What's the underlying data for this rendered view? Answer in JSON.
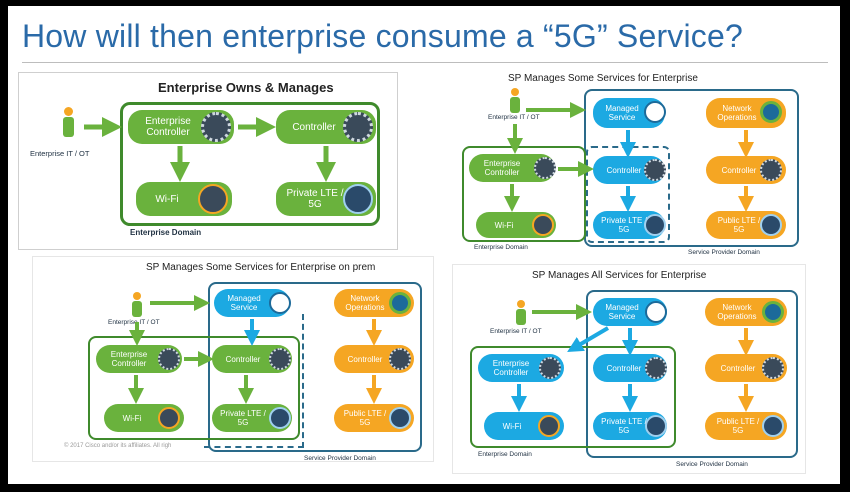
{
  "title": "How will then enterprise consume a “5G” Service?",
  "footer": "© 2017  Cisco and/or its affiliates. All righ",
  "panels": {
    "p1": {
      "title": "Enterprise Owns & Manages",
      "person": "Enterprise IT / OT",
      "ent_controller": "Enterprise Controller",
      "controller": "Controller",
      "wifi": "Wi-Fi",
      "private": "Private LTE / 5G",
      "domain": "Enterprise Domain"
    },
    "p2": {
      "title": "SP Manages Some Services for Enterprise",
      "person": "Enterprise IT / OT",
      "managed": "Managed Service",
      "netops": "Network Operations",
      "ent_controller": "Enterprise Controller",
      "controller": "Controller",
      "controller_orange": "Controller",
      "wifi": "Wi-Fi",
      "private": "Private LTE / 5G",
      "public": "Public LTE / 5G",
      "ent_domain": "Enterprise Domain",
      "sp_domain": "Service Provider Domain"
    },
    "p3": {
      "title": "SP Manages Some Services for Enterprise on prem",
      "person": "Enterprise IT / OT",
      "managed": "Managed Service",
      "netops": "Network Operations",
      "ent_controller": "Enterprise Controller",
      "controller": "Controller",
      "controller_orange": "Controller",
      "wifi": "Wi-Fi",
      "private": "Private LTE / 5G",
      "public": "Public LTE / 5G",
      "sp_domain": "Service Provider Domain"
    },
    "p4": {
      "title": "SP Manages All Services for Enterprise",
      "person": "Enterprise IT / OT",
      "managed": "Managed Service",
      "netops": "Network Operations",
      "ent_controller": "Enterprise Controller",
      "controller": "Controller",
      "controller_orange": "Controller",
      "wifi": "Wi-Fi",
      "private": "Private LTE / 5G",
      "public": "Public LTE / 5G",
      "ent_domain": "Enterprise Domain",
      "sp_domain": "Service Provider Domain"
    }
  },
  "colors": {
    "green": "#6ab23d",
    "blue": "#1ca9e2",
    "orange": "#f5a623",
    "frame_green": "#3f8a2c",
    "frame_blue": "#2a6a8a"
  }
}
